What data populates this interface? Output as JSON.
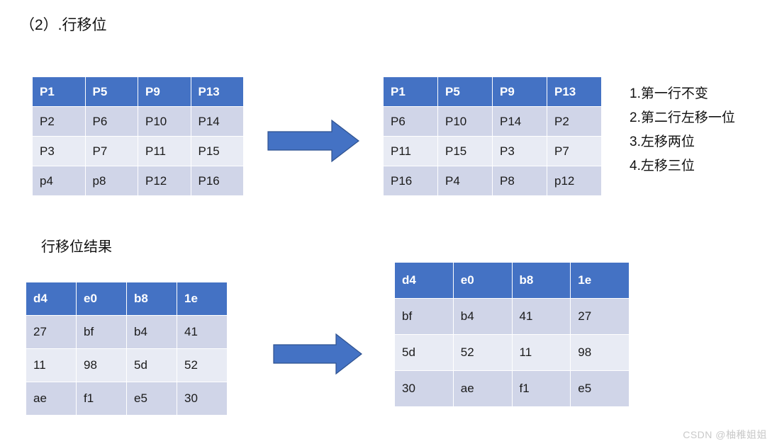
{
  "slide": {
    "section_title": "（2）.行移位",
    "sub_label": "行移位结果",
    "watermark": "CSDN @柚稚姐姐"
  },
  "colors": {
    "header_blue": "#4472C4",
    "band_a": "#D0D5E8",
    "band_b": "#E8EBF4",
    "arrow_fill": "#4472C4",
    "arrow_stroke": "#2F528F",
    "text": "#111111",
    "watermark": "#c9c9c9"
  },
  "tables": {
    "top_left": {
      "caption": "state-before-shiftrows",
      "headers": [
        "P1",
        "P5",
        "P9",
        "P13"
      ],
      "rows": [
        [
          "P2",
          "P6",
          "P10",
          "P14"
        ],
        [
          "P3",
          "P7",
          "P11",
          "P15"
        ],
        [
          "p4",
          "p8",
          "P12",
          "P16"
        ]
      ]
    },
    "top_right": {
      "caption": "state-after-shiftrows",
      "headers": [
        "P1",
        "P5",
        "P9",
        "P13"
      ],
      "rows": [
        [
          "P6",
          "P10",
          "P14",
          "P2"
        ],
        [
          "P11",
          "P15",
          "P3",
          "P7"
        ],
        [
          "P16",
          "P4",
          "P8",
          "p12"
        ]
      ]
    },
    "bottom_left": {
      "caption": "example-before-shiftrows",
      "headers": [
        "d4",
        "e0",
        "b8",
        "1e"
      ],
      "rows": [
        [
          "27",
          "bf",
          "b4",
          "41"
        ],
        [
          "11",
          "98",
          "5d",
          "52"
        ],
        [
          "ae",
          "f1",
          "e5",
          "30"
        ]
      ]
    },
    "bottom_right": {
      "caption": "example-after-shiftrows",
      "headers": [
        "d4",
        "e0",
        "b8",
        "1e"
      ],
      "rows": [
        [
          "bf",
          "b4",
          "41",
          "27"
        ],
        [
          "5d",
          "52",
          "11",
          "98"
        ],
        [
          "30",
          "ae",
          "f1",
          "e5"
        ]
      ]
    }
  },
  "notes": [
    "1.第一行不变",
    "2.第二行左移一位",
    "3.左移两位",
    "4.左移三位"
  ],
  "arrows": [
    {
      "name": "transform-arrow-top",
      "direction": "right"
    },
    {
      "name": "transform-arrow-bottom",
      "direction": "right"
    }
  ]
}
